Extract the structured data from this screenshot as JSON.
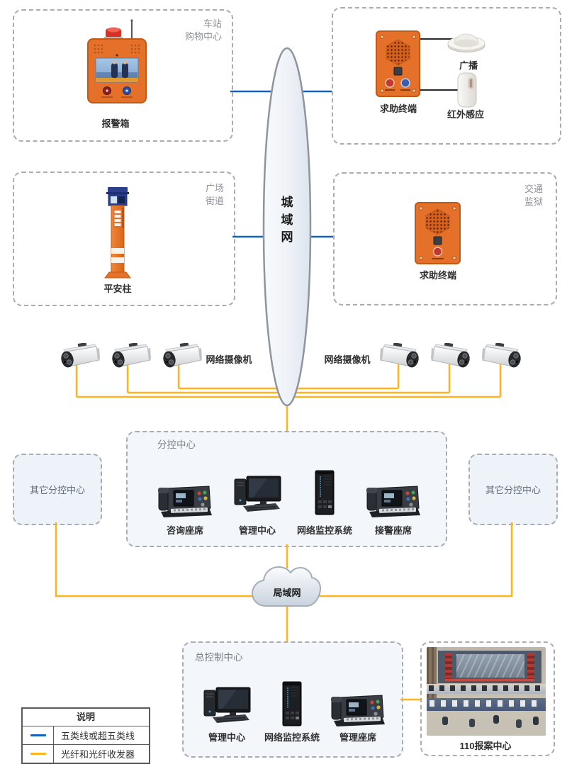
{
  "networks": {
    "metro": "城\n域\n网",
    "lan": "局域网"
  },
  "zones": {
    "station": {
      "corner": "车站\n购物中心",
      "device": "报警箱"
    },
    "help": {
      "terminal": "求助终端",
      "broadcast": "广播",
      "infrared": "红外感应"
    },
    "plaza": {
      "corner": "广场\n街道",
      "device": "平安柱"
    },
    "traffic": {
      "corner": "交通\n监狱",
      "device": "求助终端"
    }
  },
  "cameras": {
    "left": "网络摄像机",
    "right": "网络摄像机"
  },
  "sub_control": {
    "title": "分控中心",
    "seats": [
      "咨询座席",
      "管理中心",
      "网络监控系统",
      "接警座席"
    ]
  },
  "others": {
    "left": "其它分控中心",
    "right": "其它分控中心"
  },
  "main_control": {
    "title": "总控制中心",
    "seats": [
      "管理中心",
      "网络监控系统",
      "管理座席"
    ]
  },
  "report": {
    "label": "110报案中心"
  },
  "line_colors": {
    "cat5": "#1565c0",
    "fiber": "#ffb41f"
  },
  "legend": {
    "title": "说明",
    "items": [
      {
        "label": "五类线或超五类线",
        "color": "#1565c0"
      },
      {
        "label": "光纤和光纤收发器",
        "color": "#ffb41f"
      }
    ]
  }
}
